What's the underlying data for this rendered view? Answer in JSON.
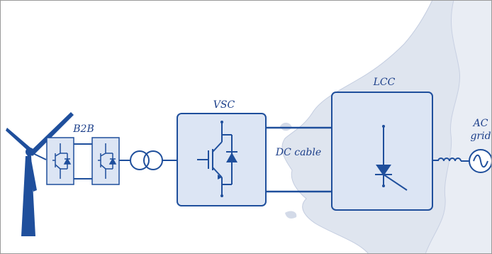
{
  "labels": {
    "b2b": "B2B",
    "vsc": "VSC",
    "dc_cable": "DC cable",
    "lcc": "LCC",
    "ac_line1": "AC",
    "ac_line2": "grid"
  },
  "colors": {
    "blue": "#1f4f9c",
    "label": "#1c3f8a",
    "box_fill": "#dce5f4",
    "coast": "#c4cde0",
    "land": "#dde3ee",
    "frame": "#9a9a9a"
  },
  "icons": [
    "wind-turbine-icon",
    "igbt-converter-icon",
    "transformer-icon",
    "thyristor-icon",
    "inductor-icon",
    "ac-source-icon"
  ]
}
